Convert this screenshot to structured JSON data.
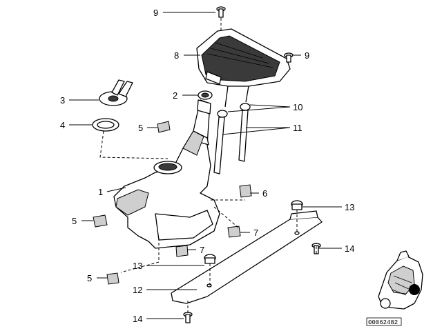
{
  "diagram": {
    "callouts": [
      {
        "id": "c9a",
        "label": "9"
      },
      {
        "id": "c8",
        "label": "8"
      },
      {
        "id": "c9b",
        "label": "9"
      },
      {
        "id": "c3",
        "label": "3"
      },
      {
        "id": "c2",
        "label": "2"
      },
      {
        "id": "c10",
        "label": "10"
      },
      {
        "id": "c4",
        "label": "4"
      },
      {
        "id": "c5a",
        "label": "5"
      },
      {
        "id": "c11",
        "label": "11"
      },
      {
        "id": "c1",
        "label": "1"
      },
      {
        "id": "c6",
        "label": "6"
      },
      {
        "id": "c13a",
        "label": "13"
      },
      {
        "id": "c5b",
        "label": "5"
      },
      {
        "id": "c7a",
        "label": "7"
      },
      {
        "id": "c7b",
        "label": "7"
      },
      {
        "id": "c14a",
        "label": "14"
      },
      {
        "id": "c13b",
        "label": "13"
      },
      {
        "id": "c5c",
        "label": "5"
      },
      {
        "id": "c12",
        "label": "12"
      },
      {
        "id": "c14b",
        "label": "14"
      }
    ],
    "reference_code": "00062482"
  }
}
